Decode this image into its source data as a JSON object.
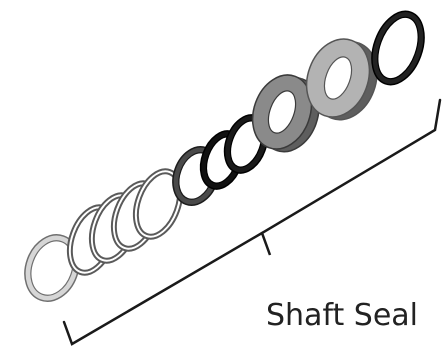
{
  "diagram": {
    "caption": "Shaft Seal",
    "components": [
      {
        "name": "snap-ring",
        "kind": "ring",
        "fill": "#d6d6d6",
        "stroke": "#6f6f6f"
      },
      {
        "name": "spring-coil-1",
        "kind": "coil",
        "fill": "#ffffff",
        "stroke": "#5a5a5a"
      },
      {
        "name": "spring-coil-2",
        "kind": "coil",
        "fill": "#ffffff",
        "stroke": "#5a5a5a"
      },
      {
        "name": "spring-coil-3",
        "kind": "coil",
        "fill": "#ffffff",
        "stroke": "#5a5a5a"
      },
      {
        "name": "spring-coil-4",
        "kind": "coil",
        "fill": "#ffffff",
        "stroke": "#5a5a5a"
      },
      {
        "name": "retainer-ring",
        "kind": "ring",
        "fill": "#4a4a4a",
        "stroke": "#1c1c1c"
      },
      {
        "name": "o-ring-1",
        "kind": "o-ring",
        "fill": "#111111",
        "stroke": "#000000"
      },
      {
        "name": "o-ring-2",
        "kind": "o-ring",
        "fill": "#1a1a1a",
        "stroke": "#000000"
      },
      {
        "name": "rotating-seal-face",
        "kind": "face",
        "fill": "#8a8a8a",
        "stroke": "#3a3a3a"
      },
      {
        "name": "stationary-seat",
        "kind": "face",
        "fill": "#b3b3b3",
        "stroke": "#555555"
      },
      {
        "name": "seat-o-ring",
        "kind": "o-ring",
        "fill": "#222222",
        "stroke": "#000000"
      }
    ],
    "bracket_color": "#1a1a1a"
  }
}
